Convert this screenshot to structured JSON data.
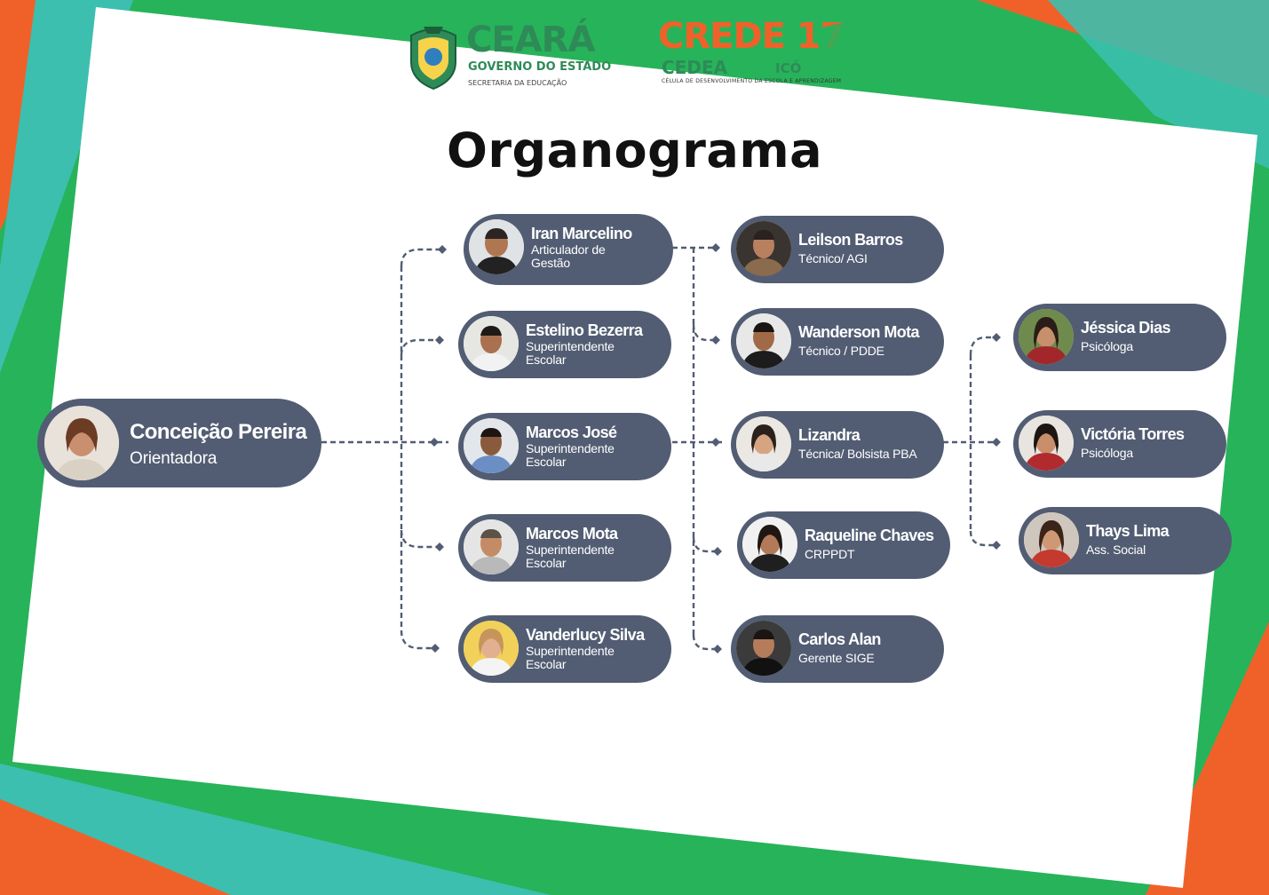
{
  "header": {
    "state_logo": {
      "name": "CEARÁ",
      "subtitle": "GOVERNO DO ESTADO",
      "department": "SECRETARIA DA EDUCAÇÃO"
    },
    "regional_logo": {
      "name": "CREDE 17",
      "unit": "CEDEA",
      "city": "ICÓ",
      "caption": "CÉLULA DE DESENVOLVIMENTO DA ESCOLA E APRENDIZAGEM"
    }
  },
  "title": "Organograma",
  "root": {
    "name": "Conceição Pereira",
    "role": "Orientadora"
  },
  "column1": [
    {
      "name": "Iran Marcelino",
      "role": "Articulador de\nGestão"
    },
    {
      "name": "Estelino Bezerra",
      "role": "Superintendente\nEscolar"
    },
    {
      "name": "Marcos José",
      "role": "Superintendente\nEscolar"
    },
    {
      "name": "Marcos Mota",
      "role": "Superintendente\nEscolar"
    },
    {
      "name": "Vanderlucy Silva",
      "role": "Superintendente\nEscolar"
    }
  ],
  "column2": [
    {
      "name": "Leilson Barros",
      "role": "Técnico/ AGI"
    },
    {
      "name": "Wanderson Mota",
      "role": "Técnico / PDDE"
    },
    {
      "name": "Lizandra",
      "role": "Técnica/ Bolsista PBA"
    },
    {
      "name": "Raqueline Chaves",
      "role": "CRPPDT"
    },
    {
      "name": "Carlos Alan",
      "role": "Gerente SIGE"
    }
  ],
  "column3": [
    {
      "name": "Jéssica Dias",
      "role": "Psicóloga"
    },
    {
      "name": "Victória Torres",
      "role": "Psicóloga"
    },
    {
      "name": "Thays Lima",
      "role": "Ass. Social"
    }
  ],
  "colors": {
    "node_fill": "#525d73",
    "connector": "#525d73",
    "frame_orange": "#f0612a",
    "frame_green": "#27b35a",
    "frame_teal": "#3cbfae"
  }
}
